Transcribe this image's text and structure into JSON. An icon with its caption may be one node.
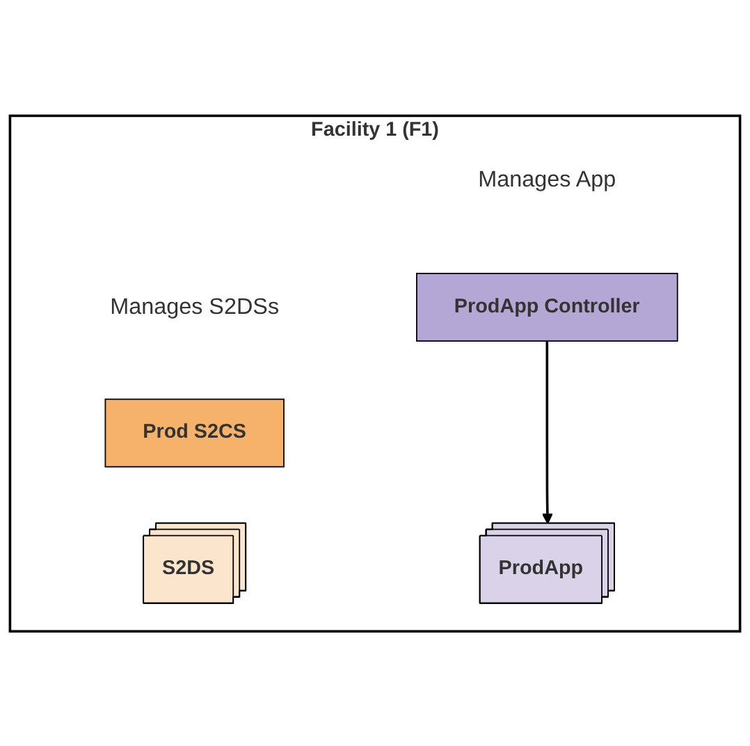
{
  "diagram": {
    "nodes": [
      {
        "text": [
          "Facility 1 (F1)"
        ]
      },
      {
        "text": [
          "ProdApp Controller"
        ],
        "in": 0,
        "beside": [
          "Manages App"
        ]
      },
      {
        "text": [
          "Prod S2CS"
        ],
        "in": 0,
        "beside": [
          "Manages S2DSs"
        ]
      },
      {
        "text": [
          "ProdApp"
        ],
        "in": 0
      },
      {
        "text": [
          "S2DS"
        ],
        "in": 0
      }
    ],
    "edges": [
      {
        "from": 1,
        "to": 3,
        "arrow": "to"
      }
    ]
  }
}
